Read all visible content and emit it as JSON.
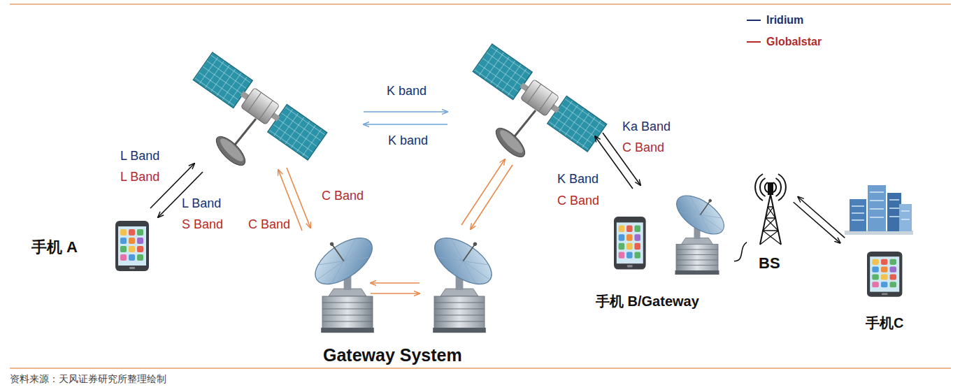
{
  "diagram": {
    "caption": "资料来源：天风证券研究所整理绘制",
    "nodes": [
      {
        "text": [
          "手机 A"
        ]
      },
      {
        "text": [
          "Gateway System"
        ]
      },
      {
        "text": [
          "手机 B/Gateway"
        ]
      },
      {
        "text": [
          "BS"
        ]
      },
      {
        "text": [
          "手机C"
        ]
      }
    ],
    "edges": [
      {
        "from": 2,
        "to": 3,
        "arrow": "none"
      },
      {
        "from": 3,
        "to": 4,
        "arrow": "both"
      }
    ],
    "labels": [
      "L Band",
      "L Band",
      "L Band",
      "S Band",
      "C Band",
      "C Band",
      "K band",
      "K band",
      "Ka Band",
      "C Band",
      "K Band",
      "C Band"
    ],
    "legend": [
      {
        "text": "Iridium"
      },
      {
        "text": "Globalstar"
      }
    ]
  }
}
